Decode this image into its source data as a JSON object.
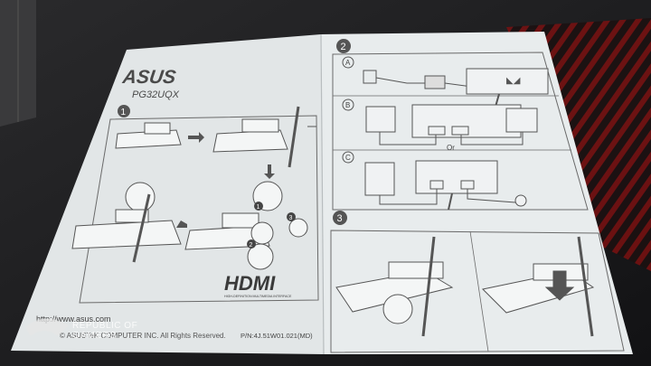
{
  "leaflet": {
    "brand": "ASUS",
    "model": "PG32UQX",
    "steps": [
      "1",
      "2",
      "3"
    ],
    "substeps": [
      "A",
      "B",
      "C"
    ],
    "hdmi_logo": "HDMI",
    "hdmi_tagline": "HIGH-DEFINITION MULTIMEDIA INTERFACE",
    "url": "http://www.asus.com",
    "copyright": "© ASUSTeK COMPUTER INC. All Rights Reserved.",
    "part_number": "P/N:4J.51W01.021(MD)",
    "or_label": "Or",
    "callouts": [
      "1",
      "2",
      "3"
    ]
  },
  "watermark": {
    "line1": "REPUBLIC OF",
    "line2": "GAMERS"
  },
  "colors": {
    "desk": "#1a1a1c",
    "paper": "#e4e8e9",
    "ink": "#4a4a4a",
    "accent_red": "#8a1414"
  }
}
